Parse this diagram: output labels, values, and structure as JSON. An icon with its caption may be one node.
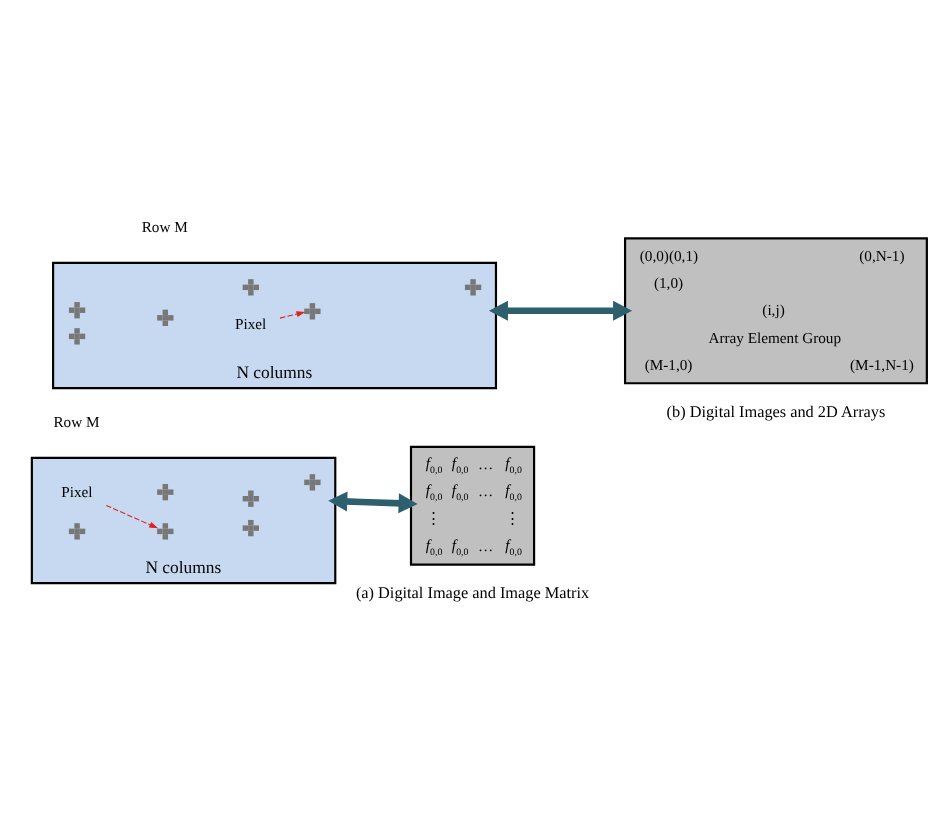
{
  "diagram": {
    "nodes": [
      {
        "text": [
          "N columns"
        ],
        "beside": [
          "Row M"
        ]
      },
      {
        "text": [
          "Pixel"
        ],
        "in": 0
      },
      {
        "text": [],
        "shape": "cross",
        "in": 0
      },
      {
        "text": [],
        "shape": "cross",
        "in": 0
      },
      {
        "text": [],
        "shape": "cross",
        "in": 0
      },
      {
        "text": [],
        "shape": "cross",
        "in": 0
      },
      {
        "text": [],
        "shape": "cross",
        "in": 0
      },
      {
        "text": [],
        "shape": "cross",
        "in": 0
      },
      {
        "text": [
          "f$_{0,0}$",
          "f$_{0,0}$",
          "…",
          "f$_{0,0}$",
          "f$_{0,0}$",
          "f$_{0,0}$",
          "…",
          "f$_{0,0}$",
          "⋮",
          "⋮",
          "f$_{0,0}$",
          "f$_{0,0}$",
          "…",
          "f$_{0,0}$"
        ]
      },
      {
        "text": [
          "N columns"
        ],
        "beside": [
          "Row M"
        ]
      },
      {
        "text": [
          "Pixel"
        ],
        "in": 9
      },
      {
        "text": [],
        "shape": "cross",
        "in": 9
      },
      {
        "text": [],
        "shape": "cross",
        "in": 9
      },
      {
        "text": [],
        "shape": "cross",
        "in": 9
      },
      {
        "text": [],
        "shape": "cross",
        "in": 9
      },
      {
        "text": [],
        "shape": "cross",
        "in": 9
      },
      {
        "text": [],
        "shape": "cross",
        "in": 9
      },
      {
        "text": [
          "(0,0)(0,1)",
          "(0,N-1)",
          "(1,0)",
          "(i,j)",
          "Array Element Group",
          "(M-1,0)",
          "(M-1,N-1)"
        ]
      }
    ],
    "edges": [
      {
        "from": 1,
        "to": 2,
        "arrow": "to",
        "style": "dashed",
        "color": "#e02020"
      },
      {
        "from": 0,
        "to": 8,
        "arrow": "both",
        "style": "thick",
        "color": "#2e5f6e"
      },
      {
        "from": 10,
        "to": 14,
        "arrow": "to",
        "style": "dashed",
        "color": "#e02020"
      },
      {
        "from": 9,
        "to": 17,
        "arrow": "both",
        "style": "thick",
        "color": "#2e5f6e"
      }
    ],
    "labels": [
      "(a) Digital Image and Image Matrix",
      "(b) Digital Images and 2D Arrays"
    ]
  }
}
